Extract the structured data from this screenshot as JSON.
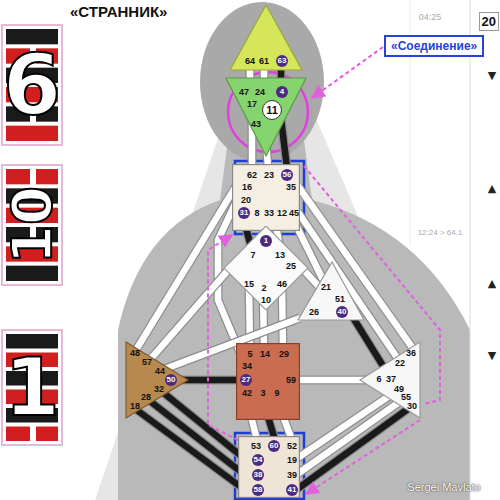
{
  "diagram": {
    "title": "«СТРАННИК»",
    "nodes": [
      {
        "text": [
          "20"
        ]
      },
      {
        "text": [
          "«Соединение»"
        ]
      },
      {
        "text": [
          "64",
          "61",
          "63"
        ]
      },
      {
        "text": [
          "47",
          "24",
          "4",
          "17",
          "11",
          "43"
        ]
      },
      {
        "text": [
          "62",
          "23",
          "56",
          "16",
          "35",
          "20",
          "31",
          "8",
          "33",
          "12",
          "45"
        ]
      },
      {
        "text": [
          "1",
          "7",
          "13",
          "25",
          "15",
          "2",
          "46",
          "10"
        ]
      },
      {
        "text": [
          "21",
          "51",
          "26",
          "40"
        ]
      },
      {
        "text": [
          "48",
          "57",
          "44",
          "50",
          "32",
          "28",
          "18"
        ]
      },
      {
        "text": [
          "5",
          "14",
          "29",
          "34",
          "27",
          "59",
          "42",
          "3",
          "9"
        ]
      },
      {
        "text": [
          "36",
          "22",
          "6",
          "37",
          "49",
          "55",
          "30"
        ]
      },
      {
        "text": [
          "53",
          "60",
          "52",
          "54",
          "19",
          "38",
          "39",
          "58",
          "41"
        ]
      }
    ],
    "edges": [
      {
        "from": 2,
        "to": 3,
        "arrow": "none"
      },
      {
        "from": 2,
        "to": 3,
        "arrow": "none"
      },
      {
        "from": 2,
        "to": 3,
        "arrow": "none"
      },
      {
        "from": 3,
        "to": 4,
        "arrow": "none"
      },
      {
        "from": 3,
        "to": 4,
        "arrow": "none"
      },
      {
        "from": 3,
        "to": 4,
        "arrow": "none"
      },
      {
        "from": 4,
        "to": 5,
        "arrow": "none"
      },
      {
        "from": 4,
        "to": 5,
        "arrow": "none"
      },
      {
        "from": 4,
        "to": 5,
        "arrow": "none"
      },
      {
        "from": 4,
        "to": 6,
        "arrow": "none"
      },
      {
        "from": 4,
        "to": 7,
        "arrow": "none"
      },
      {
        "from": 4,
        "to": 8,
        "arrow": "none"
      },
      {
        "from": 4,
        "to": 9,
        "arrow": "none"
      },
      {
        "from": 4,
        "to": 9,
        "arrow": "none"
      },
      {
        "from": 5,
        "to": 8,
        "arrow": "none"
      },
      {
        "from": 5,
        "to": 8,
        "arrow": "none"
      },
      {
        "from": 5,
        "to": 8,
        "arrow": "none"
      },
      {
        "from": 5,
        "to": 7,
        "arrow": "none"
      },
      {
        "from": 5,
        "to": 6,
        "arrow": "none"
      },
      {
        "from": 6,
        "to": 7,
        "arrow": "none"
      },
      {
        "from": 6,
        "to": 9,
        "arrow": "none"
      },
      {
        "from": 7,
        "to": 8,
        "arrow": "none"
      },
      {
        "from": 7,
        "to": 10,
        "arrow": "none"
      },
      {
        "from": 7,
        "to": 10,
        "arrow": "none"
      },
      {
        "from": 7,
        "to": 10,
        "arrow": "none"
      },
      {
        "from": 8,
        "to": 10,
        "arrow": "none"
      },
      {
        "from": 8,
        "to": 10,
        "arrow": "none"
      },
      {
        "from": 8,
        "to": 10,
        "arrow": "none"
      },
      {
        "from": 8,
        "to": 9,
        "arrow": "none"
      },
      {
        "from": 9,
        "to": 10,
        "arrow": "none"
      },
      {
        "from": 9,
        "to": 10,
        "arrow": "none"
      },
      {
        "from": 9,
        "to": 10,
        "arrow": "none"
      },
      {
        "from": 1,
        "to": 3,
        "arrow": "to"
      },
      {
        "from": 10,
        "to": 4,
        "arrow": "to"
      },
      {
        "from": 4,
        "to": 9,
        "arrow": "none"
      },
      {
        "from": 9,
        "to": 10,
        "arrow": "to"
      }
    ],
    "labels": [
      "6",
      "10",
      "1",
      "04:25",
      "12:24 > 64.1",
      "▼",
      "▲",
      "▲",
      "▼",
      "Sergei Mavlato"
    ]
  }
}
